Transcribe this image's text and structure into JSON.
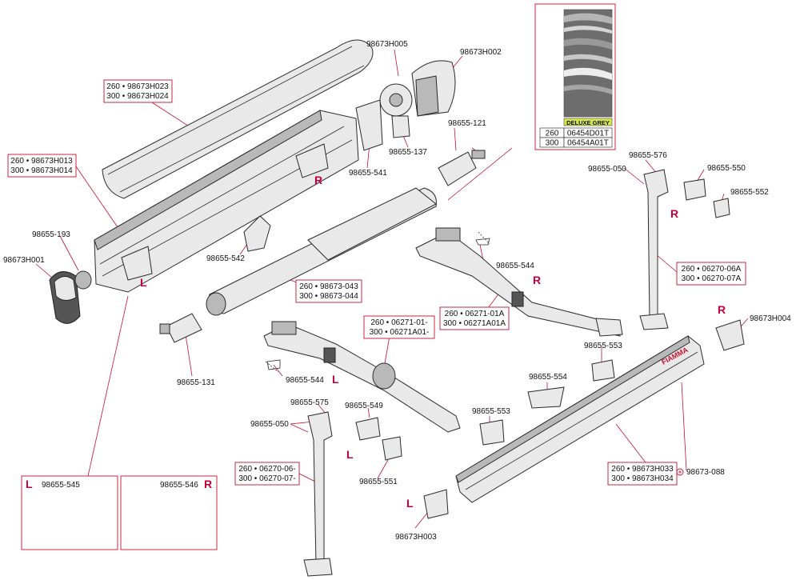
{
  "parts": {
    "h023": "260 • 98673H023",
    "h024": "300 • 98673H024",
    "h013": "260 • 98673H013",
    "h014": "300 • 98673H014",
    "p193": "98655-193",
    "h001": "98673H001",
    "h005": "98673H005",
    "h002": "98673H002",
    "p121": "98655-121",
    "p137": "98655-137",
    "p541": "98655-541",
    "p542": "98655-542",
    "p043": "260 • 98673-043",
    "p044": "300 • 98673-044",
    "p131": "98655-131",
    "p544a": "98655-544",
    "p544b": "98655-544",
    "a01": "260 • 06271-01A",
    "a01b": "300 • 06271A01A",
    "b01": "260 • 06271-01-",
    "b01b": "300 • 06271A01-",
    "p576": "98655-576",
    "p050a": "98655-050",
    "p550": "98655-550",
    "p552": "98655-552",
    "r06a": "260 • 06270-06A",
    "r07a": "300 • 06270-07A",
    "h004": "98673H004",
    "p553a": "98655-553",
    "p554": "98655-554",
    "p553b": "98655-553",
    "p575": "98655-575",
    "p050b": "98655-050",
    "p549": "98655-549",
    "p551": "98655-551",
    "l06": "260 • 06270-06-",
    "l07": "300 • 06270-07-",
    "h033": "260 • 98673H033",
    "h034": "300 • 98673H034",
    "p088": "98673-088",
    "h003": "98673H003",
    "p545": "98655-545",
    "p546": "98655-546",
    "brand": "FIAMMA"
  },
  "markers": {
    "L1": "L",
    "L2": "L",
    "L3": "L",
    "L4": "L",
    "L5": "L",
    "R1": "R",
    "R2": "R",
    "R3": "R",
    "R4": "R",
    "R5": "R"
  },
  "fabric": {
    "name": "DELUXE GREY",
    "rows": [
      {
        "size": "260",
        "code": "06454D01T"
      },
      {
        "size": "300",
        "code": "06454A01T"
      }
    ],
    "colors": {
      "base": "#6d6d6d",
      "label_bg": "#d7e84a"
    }
  },
  "colors": {
    "accent": "#c8102e",
    "marker": "#c4003a"
  }
}
